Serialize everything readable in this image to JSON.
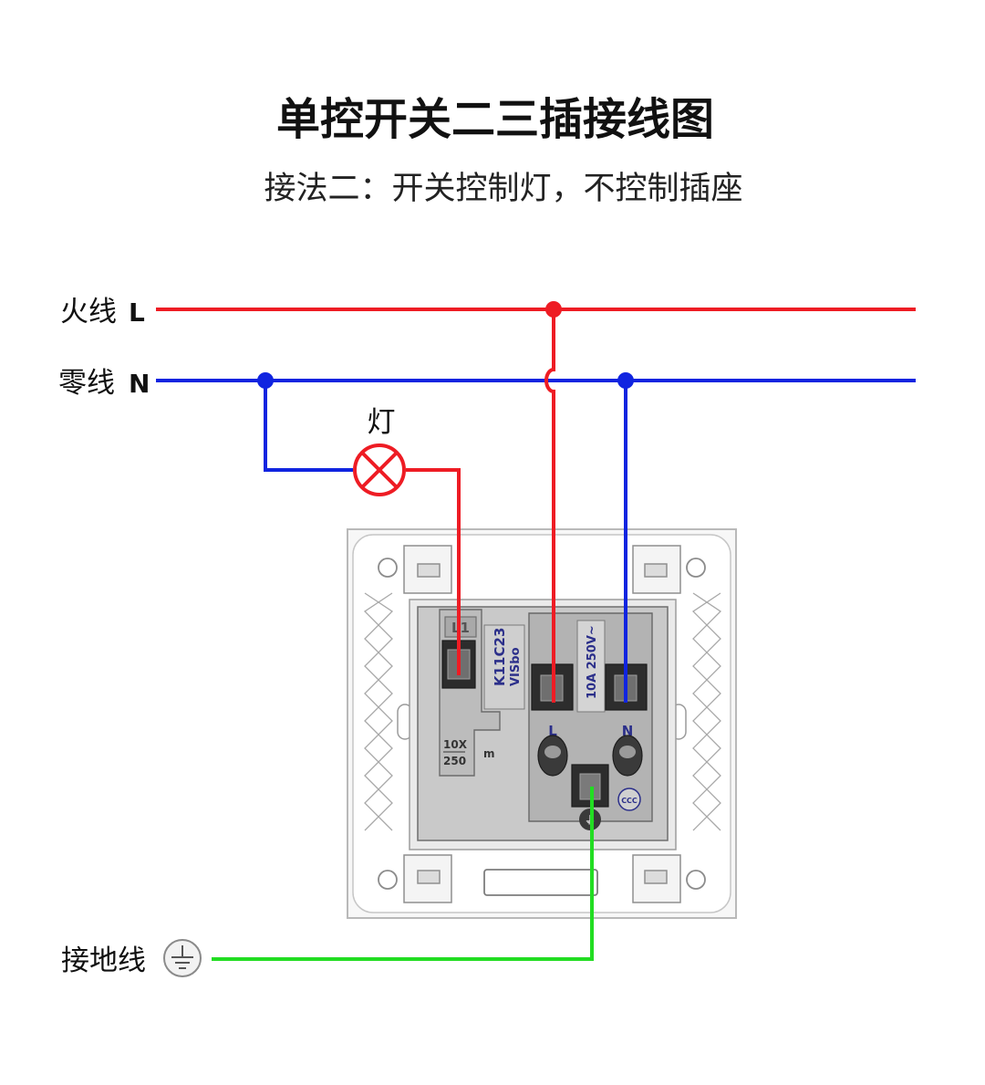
{
  "title": "单控开关二三插接线图",
  "subtitle": "接法二：开关控制灯，不控制插座",
  "lines": {
    "live": {
      "label": "火线",
      "symbol": "L",
      "color": "#ee1c24"
    },
    "neutral": {
      "label": "零线",
      "symbol": "N",
      "color": "#1024e0"
    },
    "ground": {
      "label": "接地线",
      "color": "#22dd22"
    }
  },
  "lamp": {
    "label": "灯"
  },
  "panel": {
    "switch_terminal": "L1",
    "model_code": "K11C23",
    "brand": "VISbo",
    "rating": "10A 250V~",
    "switch_rating_top": "10X",
    "switch_rating_bottom": "250",
    "switch_mark": "m",
    "socket_live": "L",
    "socket_neutral": "N",
    "cert_mark": "CCC",
    "ground_symbol": "⏚"
  }
}
